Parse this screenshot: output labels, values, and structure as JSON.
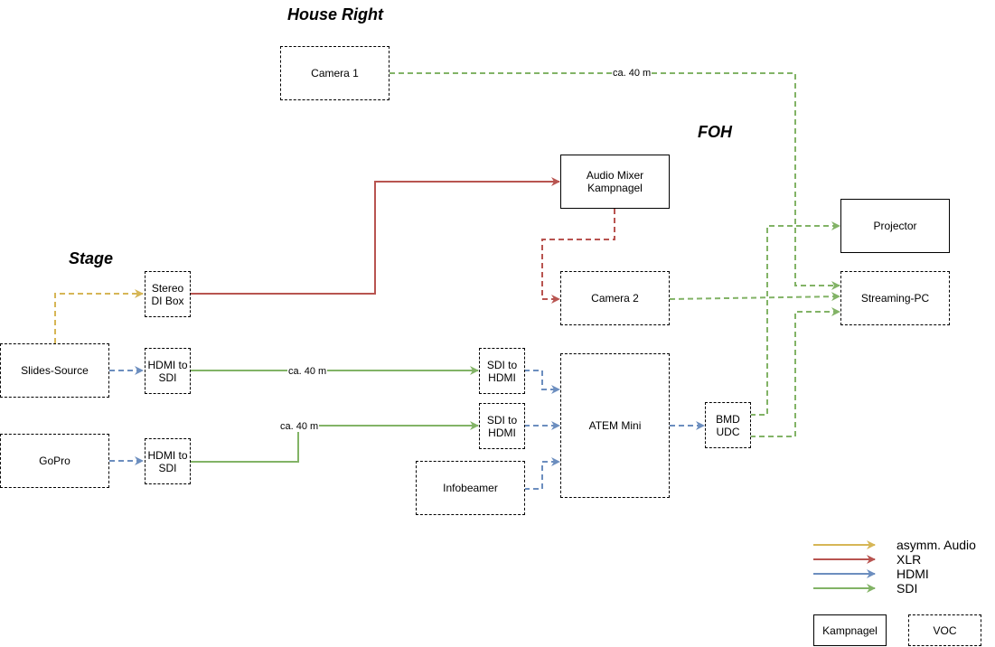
{
  "headings": {
    "house_right": "House Right",
    "foh": "FOH",
    "stage": "Stage"
  },
  "nodes": {
    "camera1": "Camera 1",
    "audio_mixer": "Audio Mixer\nKampnagel",
    "projector": "Projector",
    "stereo_di_box": "Stereo\nDI Box",
    "camera2": "Camera 2",
    "streaming_pc": "Streaming-PC",
    "slides_source": "Slides-Source",
    "hdmi_to_sdi_1": "HDMI to\nSDI",
    "sdi_to_hdmi_1": "SDI to\nHDMI",
    "atem_mini": "ATEM Mini",
    "bmd_udc": "BMD\nUDC",
    "sdi_to_hdmi_2": "SDI to\nHDMI",
    "gopro": "GoPro",
    "hdmi_to_sdi_2": "HDMI to\nSDI",
    "infobeamer": "Infobeamer"
  },
  "edge_labels": {
    "camera1_distance": "ca. 40 m",
    "slides_distance": "ca. 40 m",
    "gopro_distance": "ca. 40 m"
  },
  "legend": {
    "asymm_audio": "asymm. Audio",
    "xlr": "XLR",
    "hdmi": "HDMI",
    "sdi": "SDI",
    "kampnagel": "Kampnagel",
    "voc": "VOC"
  },
  "colors": {
    "asymm_audio": "#d6b656",
    "xlr": "#b85450",
    "hdmi": "#6c8ebf",
    "sdi": "#82b366"
  }
}
